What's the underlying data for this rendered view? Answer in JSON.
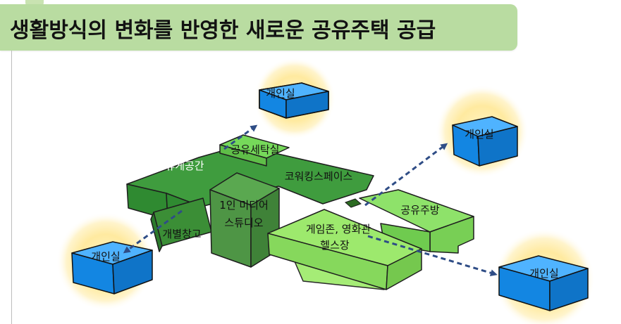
{
  "title": "생활방식의 변화를 반영한 새로운 공유주택 공급",
  "spaces": {
    "rest_area": "휴게공간",
    "laundry": "공유세탁실",
    "coworking": "코워킹스페이스",
    "media_studio_line1": "1인 미디어",
    "media_studio_line2": "스튜디오",
    "storage": "개별창고",
    "game_line1": "게임존, 영화관",
    "game_line2": "헬스장",
    "shared_kitchen": "공유주방"
  },
  "private_rooms": {
    "top": "개인실",
    "right_top": "개인실",
    "left_bottom": "개인실",
    "right_bottom": "개인실"
  },
  "colors": {
    "title_bg": "#b9dca1",
    "dark_green": "#3f9c3e",
    "mid_green": "#6fcf4f",
    "light_green": "#9ae86a",
    "room_blue": "#1e95f0",
    "arrow": "#2f4d86",
    "glow": "#ffe9a3"
  }
}
